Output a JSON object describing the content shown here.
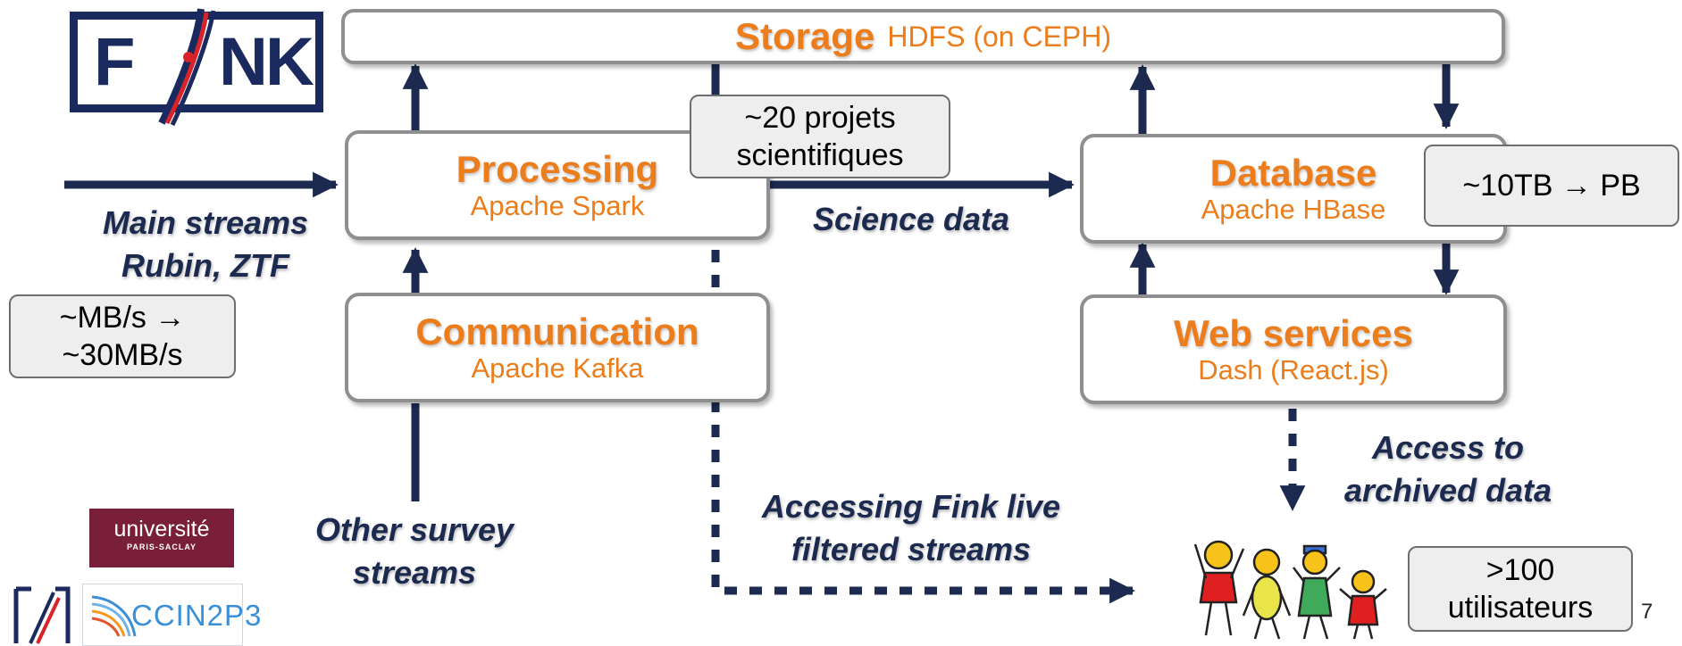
{
  "title": "",
  "logos": {
    "fink": [
      "F",
      "N",
      "K"
    ],
    "universite_line1": "université",
    "universite_line2": "PARIS-SACLAY",
    "ccin2p3": "CCIN2P3"
  },
  "storage": {
    "title": "Storage",
    "subtitle": "HDFS (on CEPH)"
  },
  "processing": {
    "title": "Processing",
    "subtitle": "Apache Spark"
  },
  "communication": {
    "title": "Communication",
    "subtitle": "Apache Kafka"
  },
  "database": {
    "title": "Database",
    "subtitle": "Apache HBase"
  },
  "web_services": {
    "title": "Web services",
    "subtitle": "Dash (React.js)"
  },
  "notes": {
    "projects": [
      "~20 projets",
      "scientifiques"
    ],
    "volume": "~10TB → PB",
    "rate": [
      "~MB/s →",
      "~30MB/s"
    ],
    "users": [
      ">100",
      "utilisateurs"
    ]
  },
  "labels": {
    "main_streams": [
      "Main streams",
      "Rubin, ZTF"
    ],
    "science_data": "Science data",
    "other_survey": [
      "Other survey",
      "streams"
    ],
    "live_streams": [
      "Accessing Fink live",
      "filtered streams"
    ],
    "archived": [
      "Access to",
      "archived data"
    ]
  },
  "page_number": "7",
  "colors": {
    "accent": "#ec7d1c",
    "arrow": "#1b2a4e",
    "box_border": "#8f8f8f",
    "note_fill": "#eeeeee"
  }
}
